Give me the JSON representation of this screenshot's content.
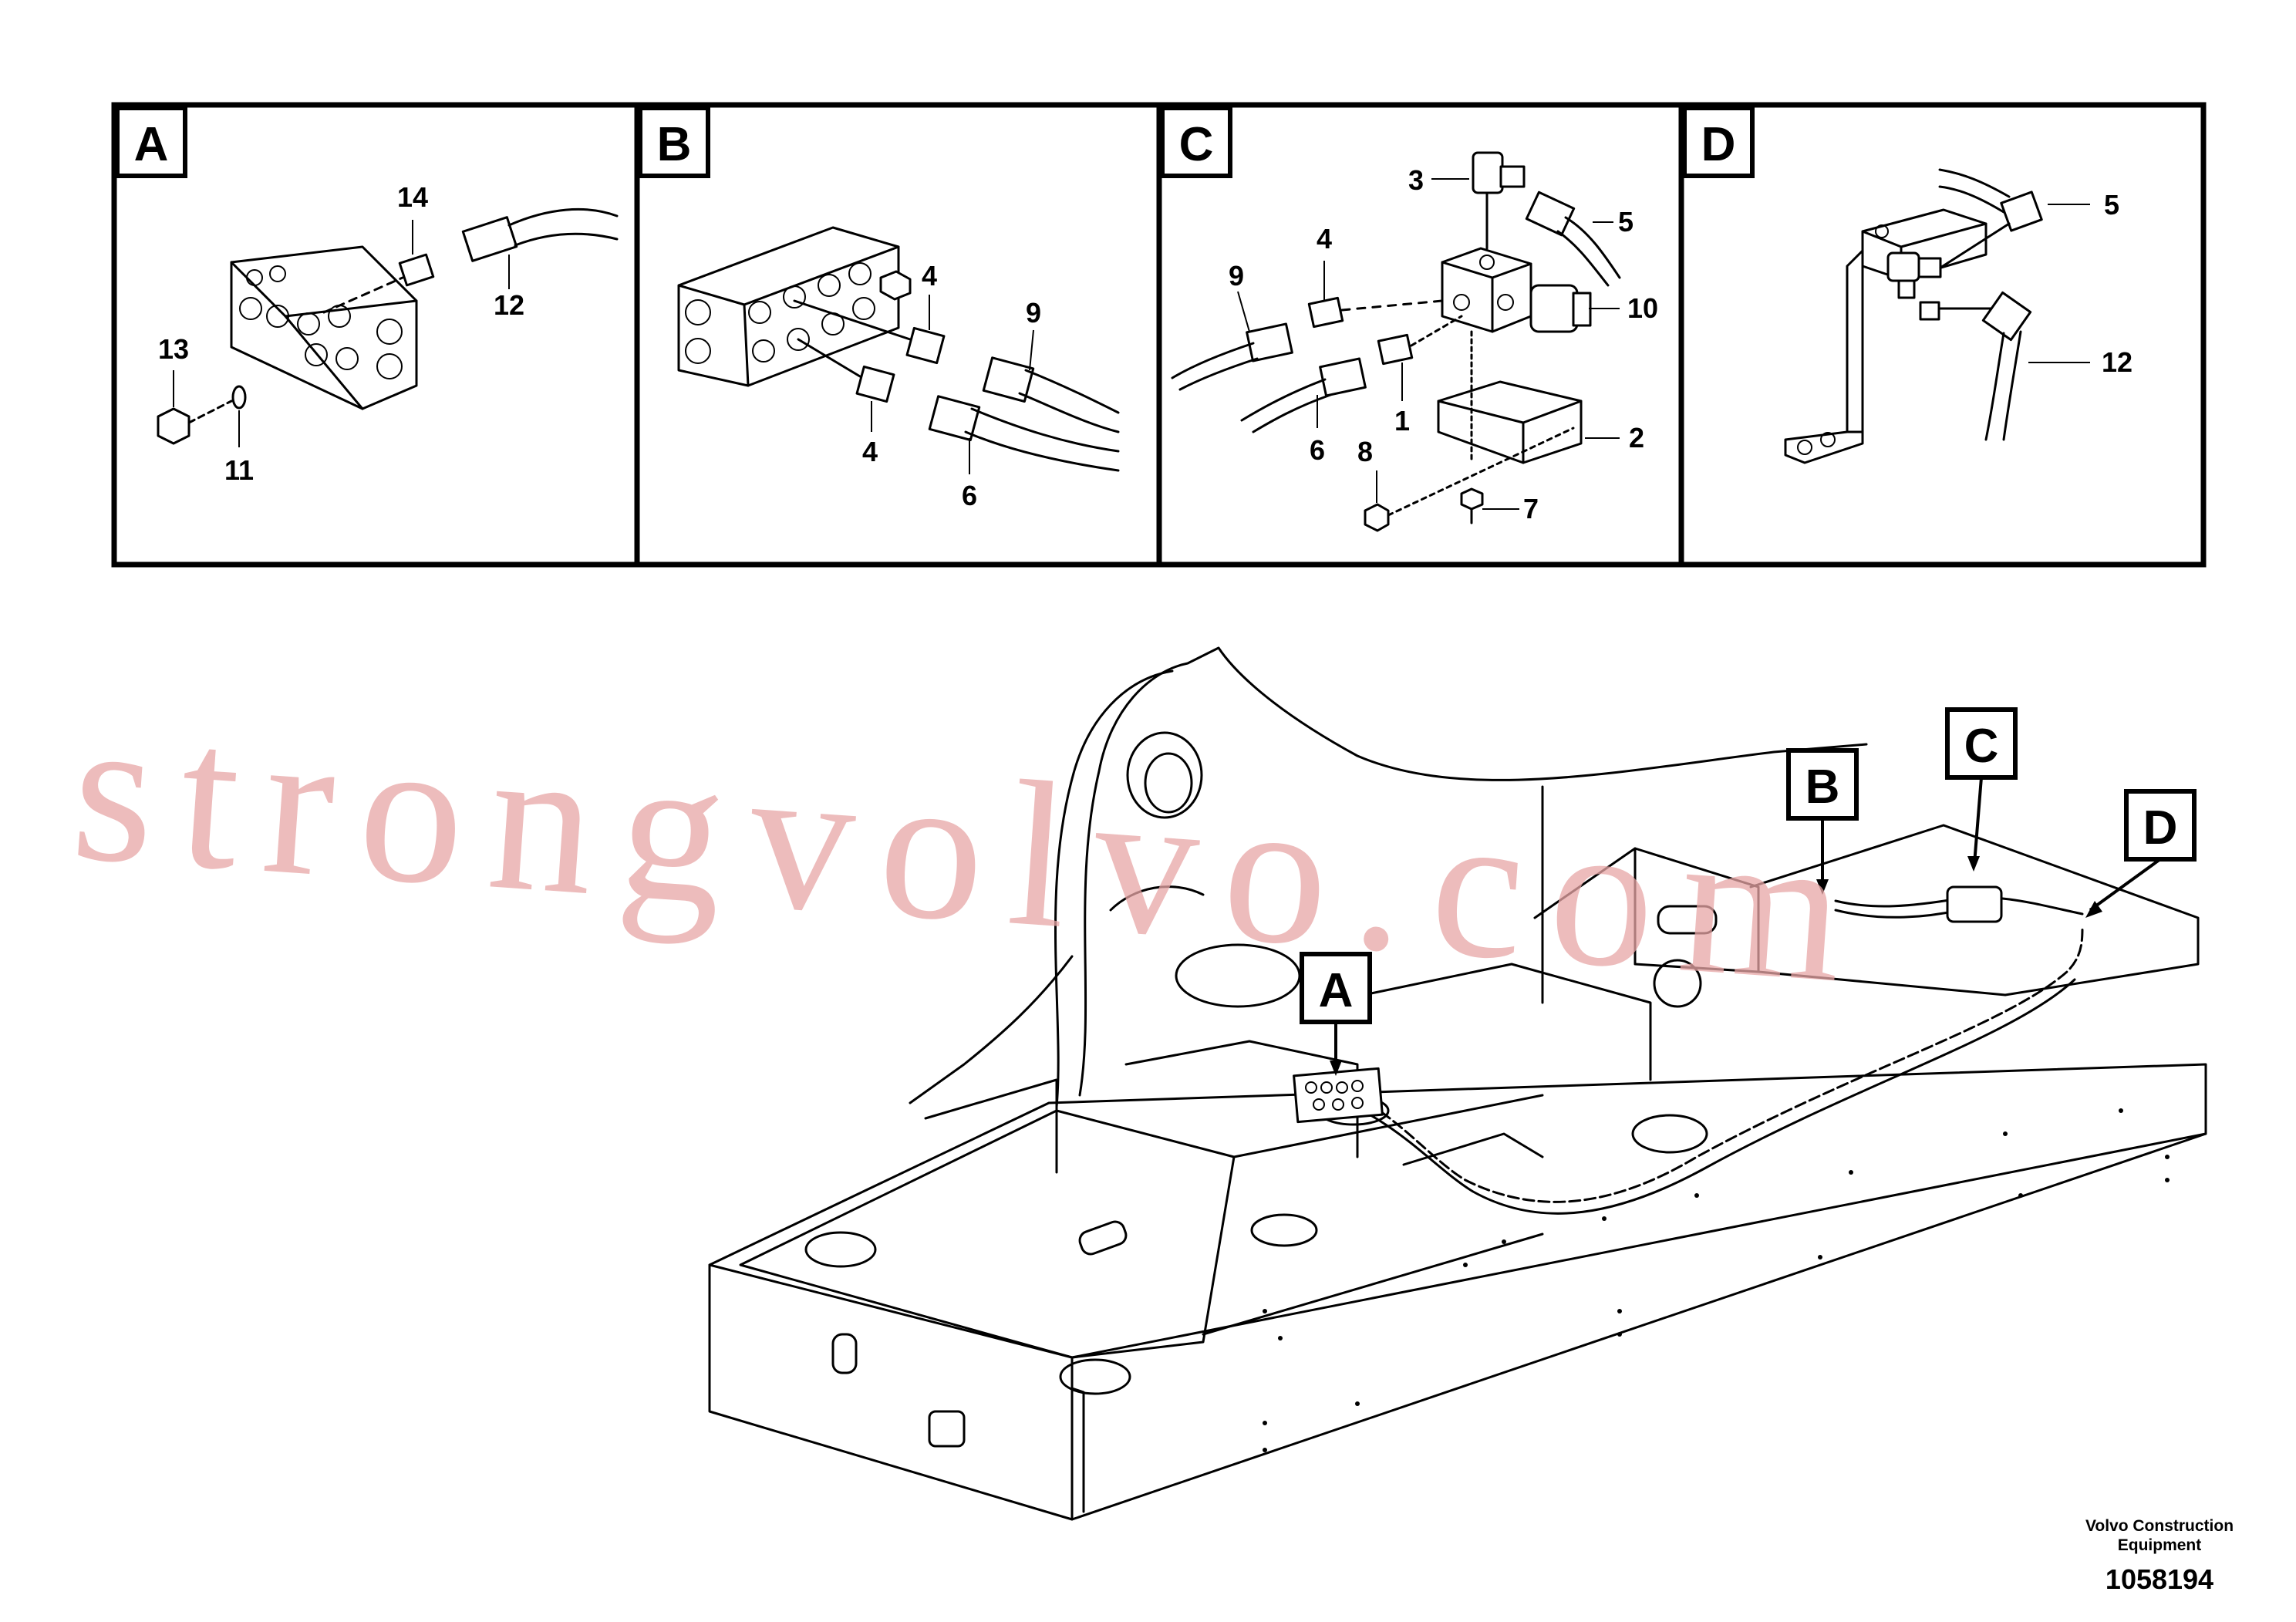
{
  "panels": [
    {
      "letter": "A",
      "parts": [
        "14",
        "12",
        "13",
        "11"
      ]
    },
    {
      "letter": "B",
      "parts": [
        "4",
        "9",
        "4",
        "6"
      ]
    },
    {
      "letter": "C",
      "parts": [
        "3",
        "5",
        "4",
        "9",
        "10",
        "1",
        "6",
        "8",
        "2",
        "7"
      ]
    },
    {
      "letter": "D",
      "parts": [
        "5",
        "12"
      ]
    }
  ],
  "overview_callouts": [
    "A",
    "B",
    "C",
    "D"
  ],
  "watermark": "strongvolvo.com",
  "footer": {
    "brand_line1": "Volvo Construction",
    "brand_line2": "Equipment",
    "drawing_number": "1058194"
  }
}
